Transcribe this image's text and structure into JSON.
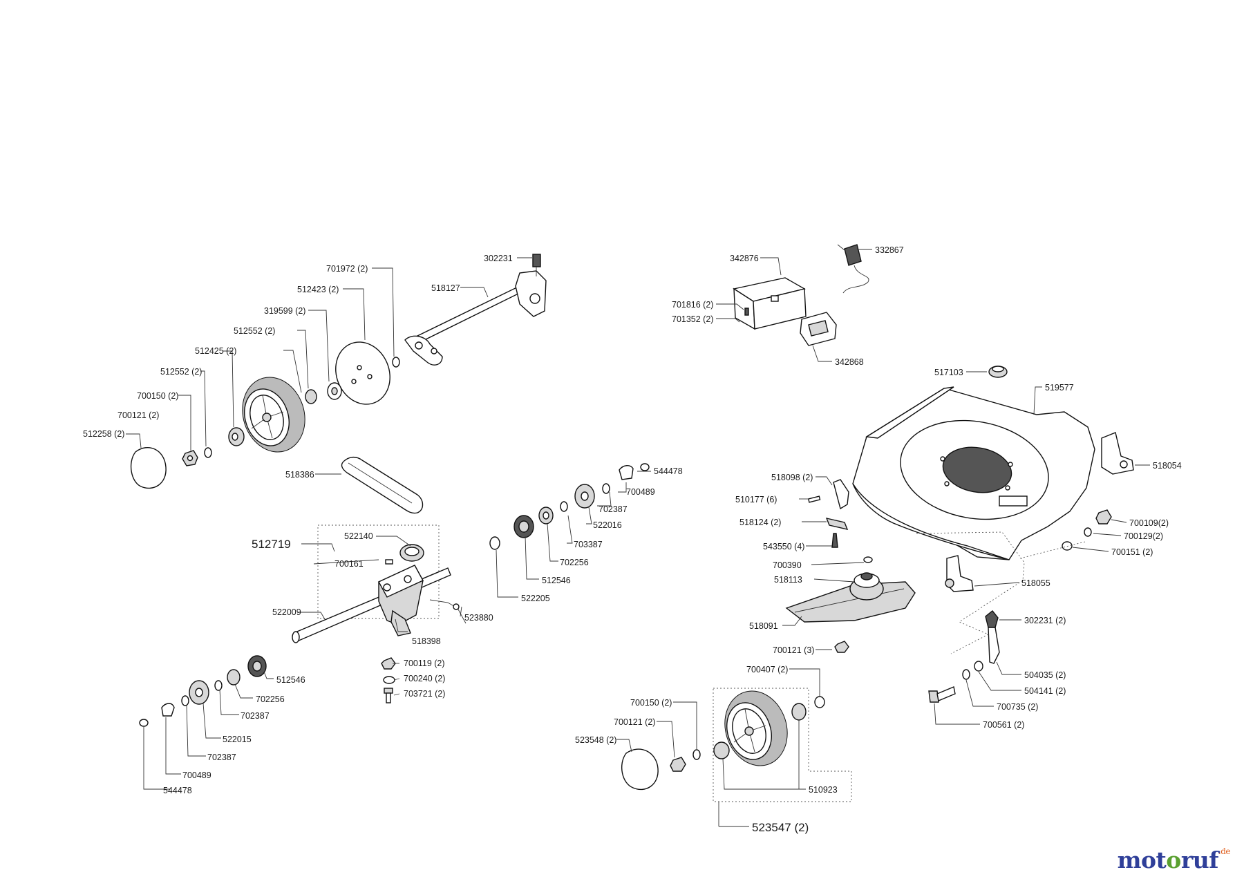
{
  "brand": {
    "part1": "mot",
    "part2": "o",
    "part3": "ruf",
    "domain": ".de"
  },
  "labels": {
    "p302231": "302231",
    "p701972": "701972 (2)",
    "p518127": "518127",
    "p512423": "512423 (2)",
    "p319599": "319599 (2)",
    "p512552a": "512552 (2)",
    "p512425": "512425 (2)",
    "p512552b": "512552 (2)",
    "p700150a": "700150 (2)",
    "p700121a": "700121 (2)",
    "p512258": "512258 (2)",
    "p518386": "518386",
    "p512719": "512719",
    "p522140": "522140",
    "p700161": "700161",
    "p522009": "522009",
    "p518398": "518398",
    "p523880": "523880",
    "p700119": "700119 (2)",
    "p700240": "700240 (2)",
    "p703721": "703721 (2)",
    "p544478a": "544478",
    "p700489a": "700489",
    "p702387a": "702387",
    "p522016": "522016",
    "p703387": "703387",
    "p702256a": "702256",
    "p512546a": "512546",
    "p522205": "522205",
    "p512546b": "512546",
    "p702256b": "702256",
    "p702387b": "702387",
    "p522015": "522015",
    "p702387c": "702387",
    "p700489b": "700489",
    "p544478b": "544478",
    "p342876": "342876",
    "p332867": "332867",
    "p701816": "701816 (2)",
    "p701352": "701352 (2)",
    "p342868": "342868",
    "p517103": "517103",
    "p519577": "519577",
    "p518054": "518054",
    "p518098": "518098 (2)",
    "p510177": "510177 (6)",
    "p518124": "518124 (2)",
    "p543550": "543550 (4)",
    "p700109": "700109(2)",
    "p700129": "700129(2)",
    "p700151": "700151 (2)",
    "p700390": "700390",
    "p518113": "518113",
    "p518055": "518055",
    "p518091": "518091",
    "p302231b": "302231 (2)",
    "p700121b": "700121 (3)",
    "p700407": "700407 (2)",
    "p504035": "504035 (2)",
    "p504141": "504141 (2)",
    "p700735": "700735 (2)",
    "p700561": "700561 (2)",
    "p700150b": "700150 (2)",
    "p700121c": "700121 (2)",
    "p523548": "523548 (2)",
    "p510923": "510923",
    "p523547": "523547 (2)"
  }
}
